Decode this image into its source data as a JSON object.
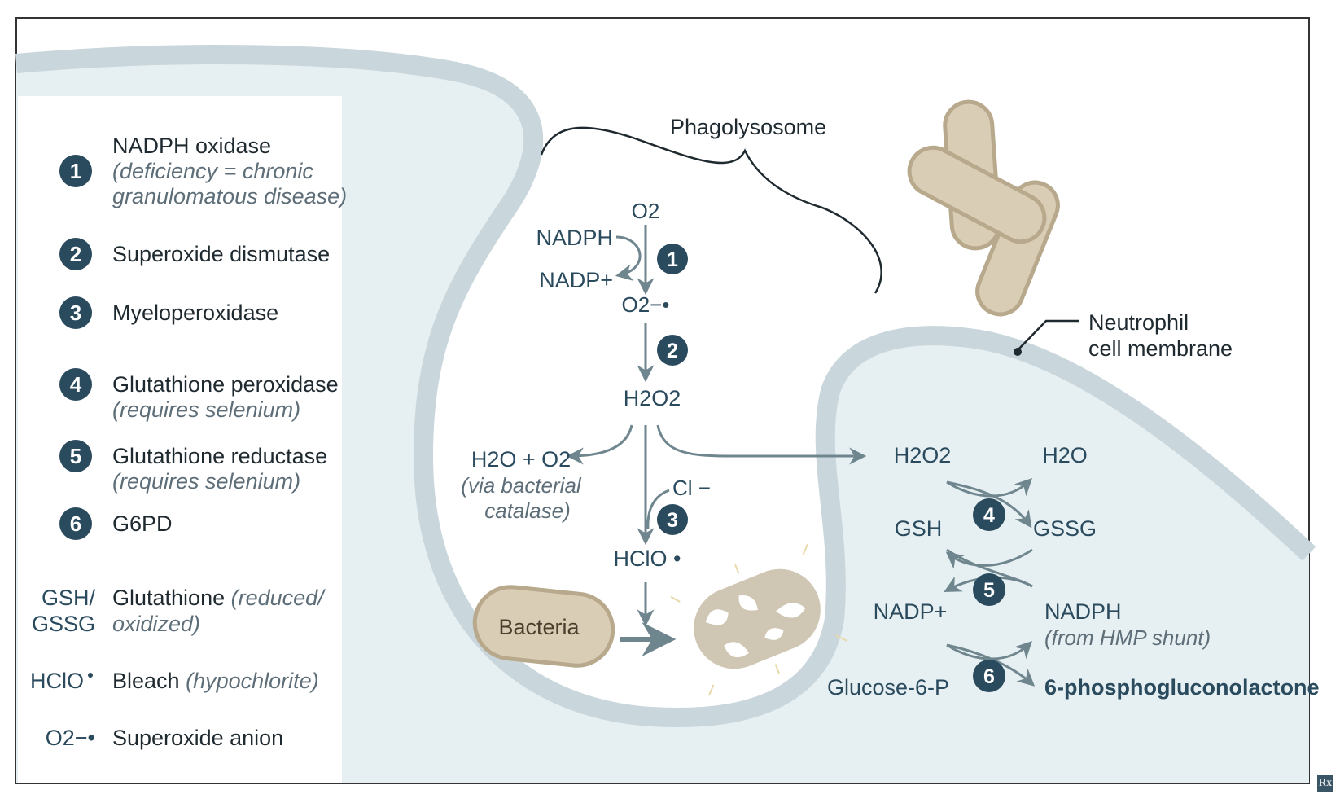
{
  "colors": {
    "membrane": "#c9d6dc",
    "cytoplasm": "#e6eff1",
    "enzyme_badge": "#2a4a5e",
    "arrow": "#6f868f",
    "bacteria_fill": "#d9cdb6",
    "bacteria_stroke": "#b8a98c",
    "text_navy": "#2a4a5e",
    "text_gray_italic": "#5e6e78"
  },
  "legend": {
    "items": [
      {
        "key": "1",
        "name": "NADPH oxidase",
        "note1": "(deficiency = chronic",
        "note2": "granulomatous disease)"
      },
      {
        "key": "2",
        "name": "Superoxide dismutase",
        "note1": "",
        "note2": ""
      },
      {
        "key": "3",
        "name": "Myeloperoxidase",
        "note1": "",
        "note2": ""
      },
      {
        "key": "4",
        "name": "Glutathione peroxidase",
        "note1": "(requires selenium)",
        "note2": ""
      },
      {
        "key": "5",
        "name": "Glutathione reductase",
        "note1": "(requires selenium)",
        "note2": ""
      },
      {
        "key": "6",
        "name": "G6PD",
        "note1": "",
        "note2": ""
      }
    ],
    "abbreviations": [
      {
        "abbr_line1": "GSH/",
        "abbr_line2": "GSSG",
        "term": "Glutathione",
        "note": "(reduced/",
        "note2": "oxidized)"
      },
      {
        "abbr_line1": "HClO",
        "abbr_line2": "",
        "term": "Bleach",
        "note": "(hypochlorite)",
        "note2": ""
      },
      {
        "abbr_line1": "O2−•",
        "abbr_line2": "",
        "term": "Superoxide anion",
        "note": "",
        "note2": ""
      }
    ]
  },
  "labels": {
    "phagolysosome": "Phagolysosome",
    "membrane_line1": "Neutrophil",
    "membrane_line2": "cell membrane",
    "bacteria": "Bacteria"
  },
  "pathway": {
    "o2": "O2",
    "nadph": "NADPH",
    "nadp_plus": "NADP+",
    "superoxide": "O2−•",
    "h2o2": "H2O2",
    "h2o_o2": "H2O + O2",
    "catalase_line1": "(via bacterial",
    "catalase_line2": "catalase)",
    "cl": "Cl −",
    "hclo": "HClO •"
  },
  "cytoplasm_pathway": {
    "h2o2": "H2O2",
    "h2o": "H2O",
    "gsh": "GSH",
    "gssg": "GSSG",
    "nadp_plus": "NADP+",
    "nadph": "NADPH",
    "hmp_note": "(from HMP shunt)",
    "glucose6p": "Glucose-6-P",
    "phosphogluconolactone": "6-phosphogluconolactone"
  },
  "badges": {
    "b1": "1",
    "b2": "2",
    "b3": "3",
    "b4": "4",
    "b5": "5",
    "b6": "6"
  },
  "rx_icon": "Rx"
}
